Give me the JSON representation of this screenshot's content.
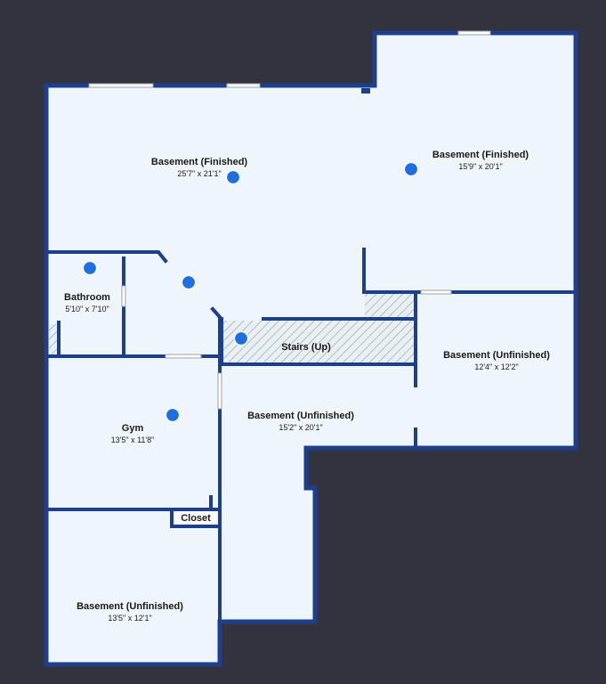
{
  "rooms": [
    {
      "name": "Basement (Finished)",
      "dims": "25'7\" x 21'1\""
    },
    {
      "name": "Basement (Finished)",
      "dims": "15'9\" x 20'1\""
    },
    {
      "name": "Bathroom",
      "dims": "5'10\" x 7'10\""
    },
    {
      "name": "Stairs (Up)",
      "dims": ""
    },
    {
      "name": "Basement (Unfinished)",
      "dims": "12'4\" x 12'2\""
    },
    {
      "name": "Gym",
      "dims": "13'5\" x 11'8\""
    },
    {
      "name": "Basement (Unfinished)",
      "dims": "15'2\" x 20'1\""
    },
    {
      "name": "Closet",
      "dims": ""
    },
    {
      "name": "Basement (Unfinished)",
      "dims": "13'5\" x 12'1\""
    }
  ],
  "colors": {
    "background": "#33333f",
    "floor": "#eef6fc",
    "wall": "#1d3f8c",
    "marker": "#1f6fe0"
  },
  "icons": [
    "photo-marker-dot",
    "stairs-hatch"
  ]
}
